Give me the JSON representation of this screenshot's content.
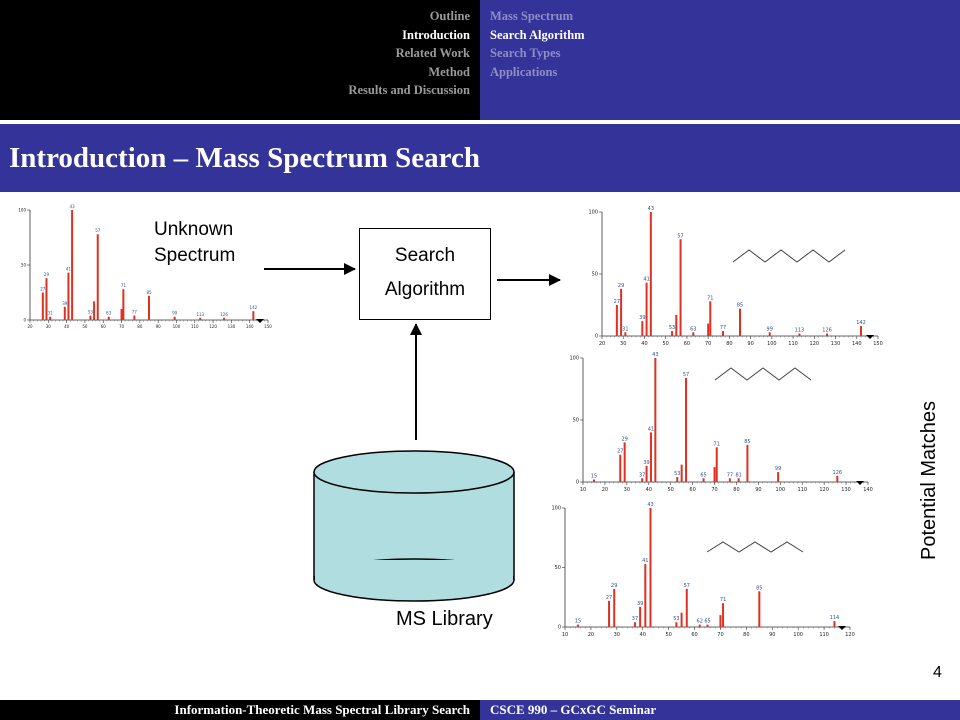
{
  "nav": {
    "sections": [
      "Outline",
      "Introduction",
      "Related Work",
      "Method",
      "Results and Discussion"
    ],
    "active_section": 1,
    "subsections": [
      "Mass Spectrum",
      "Search Algorithm",
      "Search Types",
      "Applications"
    ],
    "active_subsection": 1
  },
  "slide": {
    "title": "Introduction – Mass Spectrum Search",
    "unknown_label_line1": "Unknown",
    "unknown_label_line2": "Spectrum",
    "search_line1": "Search",
    "search_line2": "Algorithm",
    "library_label": "MS Library",
    "matches_label": "Potential Matches",
    "page_number": "4"
  },
  "footer": {
    "left": "Information-Theoretic Mass Spectral Library Search",
    "right": "CSCE 990 – GCxGC Seminar"
  },
  "colors": {
    "nav_bg": "#000000",
    "accent_blue": "#333399",
    "database_fill": "#b0dde0",
    "peak_color": "#e03020"
  },
  "chart_data": [
    {
      "type": "bar",
      "name": "unknown-spectrum",
      "xlim": [
        20,
        150
      ],
      "ylim": [
        0,
        100
      ],
      "xticks": [
        20,
        30,
        40,
        50,
        60,
        70,
        80,
        90,
        100,
        110,
        120,
        130,
        140,
        150
      ],
      "yticks": [
        0,
        50,
        100
      ],
      "x": [
        27,
        29,
        31,
        39,
        41,
        43,
        53,
        55,
        57,
        63,
        70,
        71,
        77,
        85,
        99,
        113,
        126,
        142
      ],
      "values": [
        25,
        38,
        3,
        12,
        43,
        100,
        4,
        17,
        78,
        3,
        10,
        28,
        4,
        22,
        3,
        2,
        2,
        8
      ],
      "labels": [
        "27",
        "29",
        "31",
        "39",
        "41",
        "43",
        "53",
        "",
        "57",
        "63",
        "",
        "71",
        "77",
        "85",
        "99",
        "113",
        "126",
        "142"
      ]
    },
    {
      "type": "bar",
      "name": "match-1",
      "xlim": [
        20,
        150
      ],
      "ylim": [
        0,
        100
      ],
      "xticks": [
        20,
        30,
        40,
        50,
        60,
        70,
        80,
        90,
        100,
        110,
        120,
        130,
        140,
        150
      ],
      "yticks": [
        0,
        50,
        100
      ],
      "x": [
        27,
        29,
        31,
        39,
        41,
        43,
        53,
        55,
        57,
        63,
        70,
        71,
        77,
        85,
        99,
        113,
        126,
        142
      ],
      "values": [
        25,
        38,
        3,
        12,
        43,
        100,
        4,
        17,
        78,
        3,
        10,
        28,
        4,
        22,
        3,
        2,
        2,
        8
      ],
      "labels": [
        "27",
        "29",
        "31",
        "39",
        "41",
        "43",
        "53",
        "",
        "57",
        "63",
        "",
        "71",
        "77",
        "85",
        "99",
        "113",
        "126",
        "142"
      ]
    },
    {
      "type": "bar",
      "name": "match-2",
      "xlim": [
        10,
        140
      ],
      "ylim": [
        0,
        100
      ],
      "xticks": [
        10,
        20,
        30,
        40,
        50,
        60,
        70,
        80,
        90,
        100,
        110,
        120,
        130,
        140
      ],
      "yticks": [
        0,
        50,
        100
      ],
      "x": [
        15,
        27,
        29,
        37,
        39,
        41,
        43,
        53,
        55,
        57,
        65,
        70,
        71,
        77,
        81,
        85,
        99,
        126
      ],
      "values": [
        2,
        22,
        32,
        3,
        13,
        40,
        100,
        4,
        14,
        84,
        3,
        12,
        28,
        3,
        3,
        30,
        8,
        5
      ],
      "labels": [
        "15",
        "27",
        "29",
        "37",
        "39",
        "41",
        "43",
        "53",
        "",
        "57",
        "65",
        "",
        "71",
        "77",
        "81",
        "85",
        "99",
        "126"
      ]
    },
    {
      "type": "bar",
      "name": "match-3",
      "xlim": [
        10,
        120
      ],
      "ylim": [
        0,
        100
      ],
      "xticks": [
        10,
        20,
        30,
        40,
        50,
        60,
        70,
        80,
        90,
        100,
        110,
        120
      ],
      "yticks": [
        0,
        50,
        100
      ],
      "x": [
        15,
        27,
        29,
        37,
        39,
        41,
        43,
        53,
        55,
        57,
        62,
        65,
        70,
        71,
        85,
        114
      ],
      "values": [
        2,
        22,
        32,
        4,
        17,
        53,
        100,
        4,
        12,
        32,
        2,
        2,
        10,
        20,
        30,
        5
      ],
      "labels": [
        "15",
        "27",
        "29",
        "37",
        "39",
        "41",
        "43",
        "53",
        "",
        "57",
        "62",
        "65",
        "",
        "71",
        "85",
        "114"
      ]
    }
  ]
}
